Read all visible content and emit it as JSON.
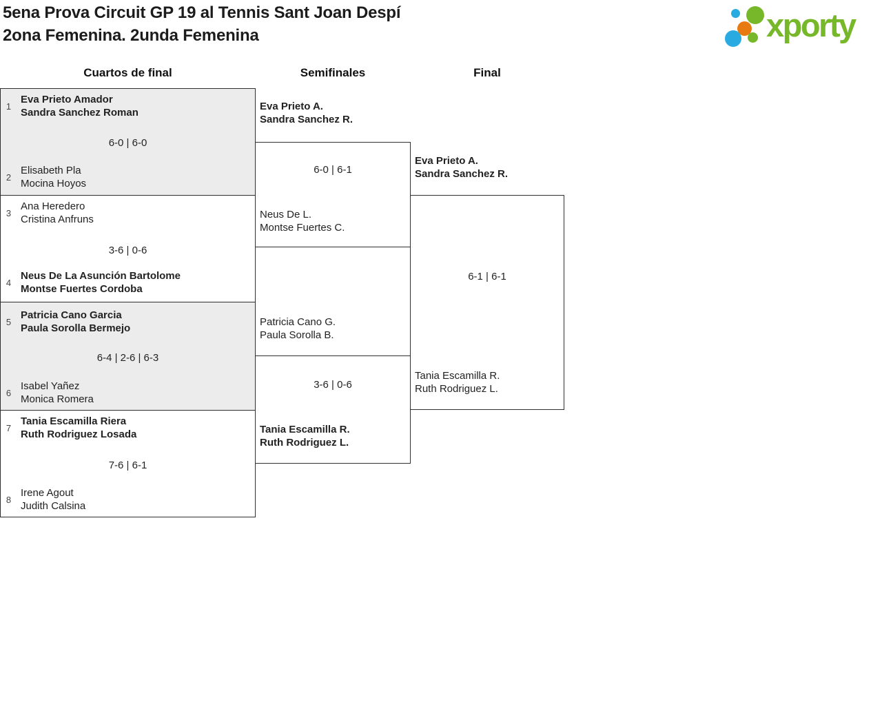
{
  "title": {
    "line1": "5ena Prova Circuit GP 19 al Tennis Sant Joan Despí",
    "line2": "2ona Femenina. 2unda Femenina"
  },
  "logo": {
    "text": "xporty",
    "green": "#76b82a",
    "blue": "#29abe2",
    "orange": "#e87a12"
  },
  "rounds": {
    "quarterfinals_label": "Cuartos de final",
    "semifinals_label": "Semifinales",
    "final_label": "Final"
  },
  "bracket": {
    "quarterfinals": [
      {
        "top": {
          "seed": "1",
          "players": [
            "Eva Prieto Amador",
            "Sandra Sanchez Roman"
          ],
          "winner": true
        },
        "score": "6-0 | 6-0",
        "bottom": {
          "seed": "2",
          "players": [
            "Elisabeth Pla",
            "Mocina Hoyos"
          ],
          "winner": false
        }
      },
      {
        "top": {
          "seed": "3",
          "players": [
            "Ana Heredero",
            "Cristina Anfruns"
          ],
          "winner": false
        },
        "score": "3-6 | 0-6",
        "bottom": {
          "seed": "4",
          "players": [
            "Neus De La Asunción Bartolome",
            "Montse Fuertes Cordoba"
          ],
          "winner": true
        }
      },
      {
        "top": {
          "seed": "5",
          "players": [
            "Patricia Cano Garcia",
            "Paula Sorolla Bermejo"
          ],
          "winner": true
        },
        "score": "6-4 | 2-6 | 6-3",
        "bottom": {
          "seed": "6",
          "players": [
            "Isabel Yañez",
            "Monica Romera"
          ],
          "winner": false
        }
      },
      {
        "top": {
          "seed": "7",
          "players": [
            "Tania Escamilla Riera",
            "Ruth Rodriguez Losada"
          ],
          "winner": true
        },
        "score": "7-6 | 6-1",
        "bottom": {
          "seed": "8",
          "players": [
            "Irene Agout",
            "Judith Calsina"
          ],
          "winner": false
        }
      }
    ],
    "semifinals": [
      {
        "top": {
          "players": [
            "Eva Prieto A.",
            "Sandra Sanchez R."
          ],
          "winner": true
        },
        "score": "6-0 | 6-1",
        "bottom": {
          "players": [
            "Neus De L.",
            "Montse Fuertes C."
          ],
          "winner": false
        }
      },
      {
        "top": {
          "players": [
            "Patricia Cano G.",
            "Paula Sorolla B."
          ],
          "winner": false
        },
        "score": "3-6 | 0-6",
        "bottom": {
          "players": [
            "Tania Escamilla R.",
            "Ruth Rodriguez L."
          ],
          "winner": true
        }
      }
    ],
    "final": {
      "top": {
        "players": [
          "Eva Prieto A.",
          "Sandra Sanchez R."
        ],
        "winner": true
      },
      "score": "6-1 | 6-1",
      "bottom": {
        "players": [
          "Tania Escamilla R.",
          "Ruth Rodriguez L."
        ],
        "winner": false
      }
    }
  }
}
